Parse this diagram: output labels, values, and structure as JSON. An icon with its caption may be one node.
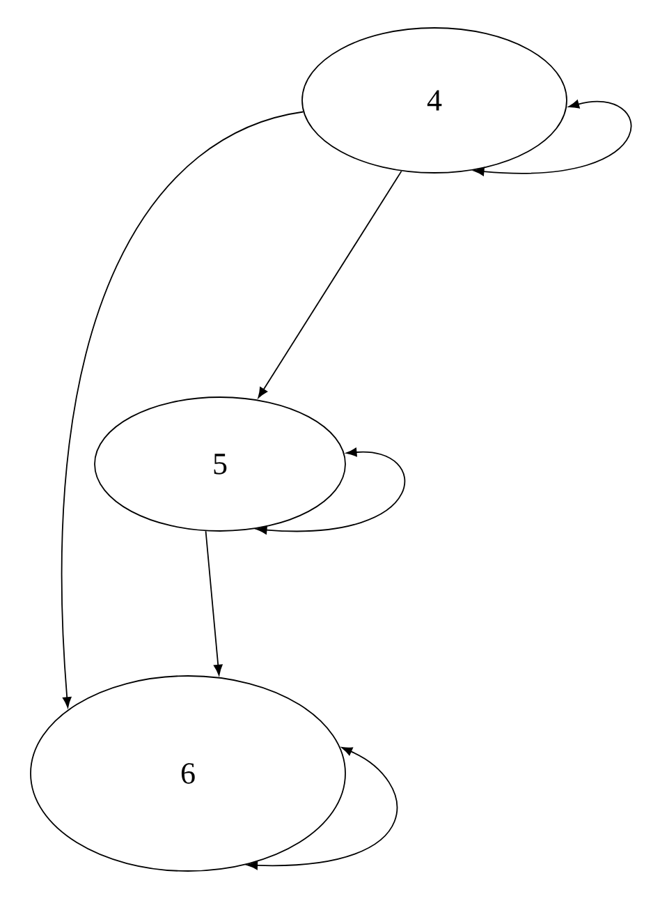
{
  "diagram": {
    "nodes": [
      {
        "text": [
          "4"
        ]
      },
      {
        "text": [
          "5"
        ]
      },
      {
        "text": [
          "6"
        ]
      }
    ],
    "edges": [
      {
        "from": 0,
        "to": 0,
        "arrow": "both"
      },
      {
        "from": 0,
        "to": 1,
        "arrow": "to"
      },
      {
        "from": 0,
        "to": 2,
        "arrow": "to"
      },
      {
        "from": 1,
        "to": 1,
        "arrow": "both"
      },
      {
        "from": 1,
        "to": 2,
        "arrow": "to"
      },
      {
        "from": 2,
        "to": 2,
        "arrow": "both"
      }
    ]
  }
}
